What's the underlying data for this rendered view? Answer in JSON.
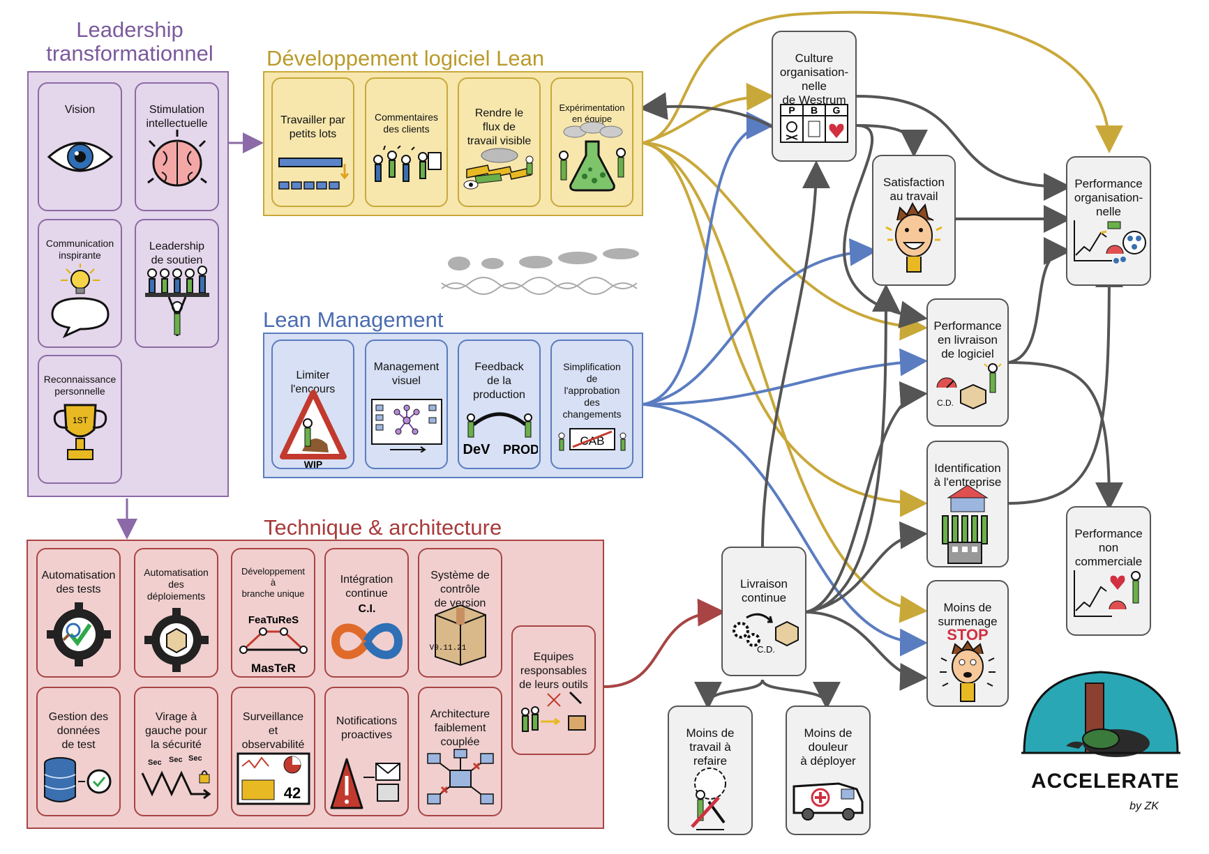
{
  "sections": {
    "leadership": {
      "title": "Leadership\ntransformationnel",
      "cards": [
        "Vision",
        "Stimulation\nintellectuelle",
        "Communication\ninspirante",
        "Leadership\nde soutien",
        "Reconnaissance\npersonnelle"
      ]
    },
    "lean_dev": {
      "title": "Développement logiciel Lean",
      "cards": [
        "Travailler par\npetits lots",
        "Commentaires\ndes clients",
        "Rendre le\nflux de\ntravail visible",
        "Expérimentation\nen équipe"
      ]
    },
    "lean_mgmt": {
      "title": "Lean Management",
      "cards": [
        "Limiter\nl'encours",
        "Management\nvisuel",
        "Feedback\nde la\nproduction",
        "Simplification\nde\nl'approbation\ndes\nchangements"
      ]
    },
    "tech": {
      "title": "Technique & architecture",
      "cards": [
        "Automatisation\ndes tests",
        "Automatisation\ndes\ndéploiements",
        "Développement\nà\nbranche unique",
        "Intégration\ncontinue",
        "Système de\ncontrôle\nde version",
        "Gestion des\ndonnées\nde test",
        "Virage à\ngauche pour\nla sécurité",
        "Surveillance\net\nobservabilité",
        "Notifications\nproactives",
        "Architecture\nfaiblement\ncouplée",
        "Equipes\nresponsables\nde leurs outils"
      ]
    }
  },
  "outcomes": {
    "culture": "Culture\norganisation-\nnelle\nde Westrum",
    "satisfaction": "Satisfaction\nau travail",
    "perf_org": "Performance\norganisation-\nnelle",
    "perf_livraison": "Performance\nen livraison\nde logiciel",
    "identification": "Identification\nà l'entreprise",
    "perf_non_com": "Performance\nnon\ncommerciale",
    "moins_surmenage": "Moins de\nsurmenage",
    "livraison_continue": "Livraison\ncontinue",
    "moins_travail": "Moins de\ntravail à\nrefaire",
    "moins_douleur": "Moins de\ndouleur\nà déployer"
  },
  "icon_text": {
    "wip": "WIP",
    "dev": "DeV",
    "prod": "PROD",
    "cab": "CAB",
    "first": "1ST",
    "features": "FeaTuReS",
    "master": "MasTeR",
    "ci": "C.I.",
    "version": "V0.11.21",
    "sec": "Sec",
    "dash": "42",
    "stop": "STOP",
    "cd": "C.D.",
    "pbg": [
      "P",
      "B",
      "G"
    ]
  },
  "brand": {
    "name": "ACCELERATE",
    "by": "by ZK"
  },
  "colors": {
    "purple": "#8b6aa7",
    "gold": "#c9a83a",
    "blue": "#5a7cc0",
    "red": "#a84444",
    "gray": "#555555"
  }
}
